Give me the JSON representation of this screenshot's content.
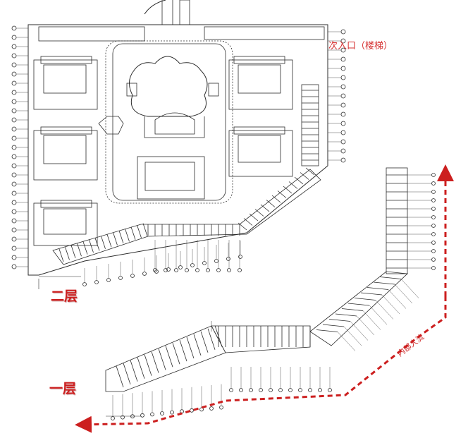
{
  "labels": {
    "upper_floor": "二层",
    "lower_floor": "一层",
    "secondary_entrance": "次入口（楼梯）",
    "internal_flow": "内部人流"
  },
  "colors": {
    "line": "#2b2b2b",
    "arrow": "#cc1f1f",
    "label": "#d63030"
  }
}
